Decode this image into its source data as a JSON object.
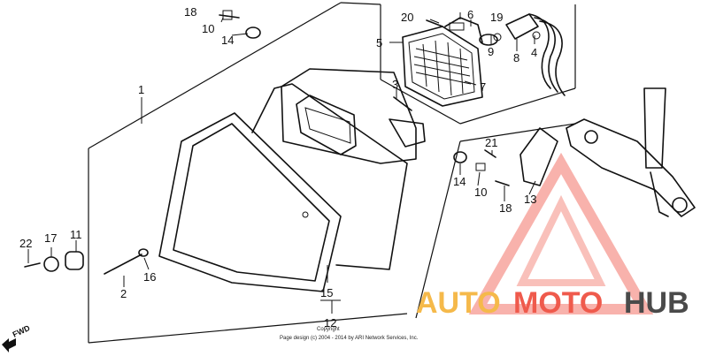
{
  "diagram": {
    "labels": {
      "p1": "1",
      "p2": "2",
      "p3": "3",
      "p4": "4",
      "p5": "5",
      "p6": "6",
      "p7": "7",
      "p8": "8",
      "p9": "9",
      "p10a": "10",
      "p10b": "10",
      "p11": "11",
      "p12": "12",
      "p13": "13",
      "p14a": "14",
      "p14b": "14",
      "p15": "15",
      "p16": "16",
      "p17": "17",
      "p18a": "18",
      "p18b": "18",
      "p19": "19",
      "p20": "20",
      "p21": "21",
      "p22": "22"
    },
    "fwd_label": "FWD",
    "copyright": "Page design (c) 2004 - 2014 by ARI Network Services, Inc.",
    "copyright_tag": "Copyright"
  },
  "watermark": {
    "part1": "AUTO",
    "part2": "MOTO",
    "part3": "HUB",
    "colors": {
      "auto": "#f5b94a",
      "moto": "#ef5a4c",
      "hub": "#4a4a4a"
    }
  }
}
